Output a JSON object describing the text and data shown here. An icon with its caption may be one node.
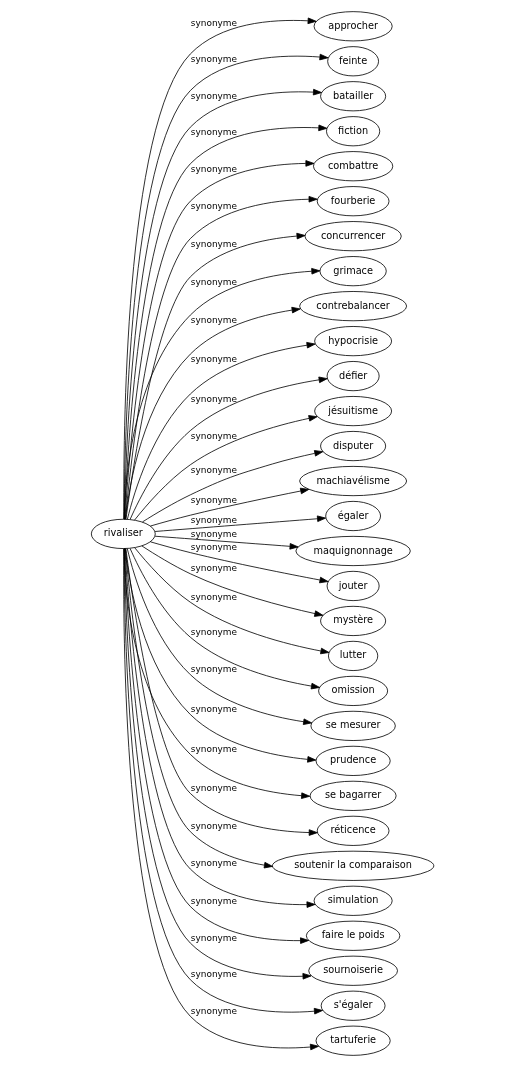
{
  "diagram": {
    "nodes": [
      {
        "text": [
          "rivaliser"
        ]
      },
      {
        "text": [
          "approcher"
        ]
      },
      {
        "text": [
          "feinte"
        ]
      },
      {
        "text": [
          "batailler"
        ]
      },
      {
        "text": [
          "fiction"
        ]
      },
      {
        "text": [
          "combattre"
        ]
      },
      {
        "text": [
          "fourberie"
        ]
      },
      {
        "text": [
          "concurrencer"
        ]
      },
      {
        "text": [
          "grimace"
        ]
      },
      {
        "text": [
          "contrebalancer"
        ]
      },
      {
        "text": [
          "hypocrisie"
        ]
      },
      {
        "text": [
          "défier"
        ]
      },
      {
        "text": [
          "jésuitisme"
        ]
      },
      {
        "text": [
          "disputer"
        ]
      },
      {
        "text": [
          "machiavélisme"
        ]
      },
      {
        "text": [
          "égaler"
        ]
      },
      {
        "text": [
          "maquignonnage"
        ]
      },
      {
        "text": [
          "jouter"
        ]
      },
      {
        "text": [
          "mystère"
        ]
      },
      {
        "text": [
          "lutter"
        ]
      },
      {
        "text": [
          "omission"
        ]
      },
      {
        "text": [
          "se mesurer"
        ]
      },
      {
        "text": [
          "prudence"
        ]
      },
      {
        "text": [
          "se bagarrer"
        ]
      },
      {
        "text": [
          "réticence"
        ]
      },
      {
        "text": [
          "soutenir la comparaison"
        ]
      },
      {
        "text": [
          "simulation"
        ]
      },
      {
        "text": [
          "faire le poids"
        ]
      },
      {
        "text": [
          "sournoiserie"
        ]
      },
      {
        "text": [
          "s'égaler"
        ]
      },
      {
        "text": [
          "tartuferie"
        ]
      }
    ],
    "edges": [
      {
        "from": 0,
        "to": 1,
        "arrow": "to",
        "label": "synonyme"
      },
      {
        "from": 0,
        "to": 2,
        "arrow": "to",
        "label": "synonyme"
      },
      {
        "from": 0,
        "to": 3,
        "arrow": "to",
        "label": "synonyme"
      },
      {
        "from": 0,
        "to": 4,
        "arrow": "to",
        "label": "synonyme"
      },
      {
        "from": 0,
        "to": 5,
        "arrow": "to",
        "label": "synonyme"
      },
      {
        "from": 0,
        "to": 6,
        "arrow": "to",
        "label": "synonyme"
      },
      {
        "from": 0,
        "to": 7,
        "arrow": "to",
        "label": "synonyme"
      },
      {
        "from": 0,
        "to": 8,
        "arrow": "to",
        "label": "synonyme"
      },
      {
        "from": 0,
        "to": 9,
        "arrow": "to",
        "label": "synonyme"
      },
      {
        "from": 0,
        "to": 10,
        "arrow": "to",
        "label": "synonyme"
      },
      {
        "from": 0,
        "to": 11,
        "arrow": "to",
        "label": "synonyme"
      },
      {
        "from": 0,
        "to": 12,
        "arrow": "to",
        "label": "synonyme"
      },
      {
        "from": 0,
        "to": 13,
        "arrow": "to",
        "label": "synonyme"
      },
      {
        "from": 0,
        "to": 14,
        "arrow": "to",
        "label": "synonyme"
      },
      {
        "from": 0,
        "to": 15,
        "arrow": "to",
        "label": "synonyme"
      },
      {
        "from": 0,
        "to": 16,
        "arrow": "to",
        "label": "synonyme"
      },
      {
        "from": 0,
        "to": 17,
        "arrow": "to",
        "label": "synonyme"
      },
      {
        "from": 0,
        "to": 18,
        "arrow": "to",
        "label": "synonyme"
      },
      {
        "from": 0,
        "to": 19,
        "arrow": "to",
        "label": "synonyme"
      },
      {
        "from": 0,
        "to": 20,
        "arrow": "to",
        "label": "synonyme"
      },
      {
        "from": 0,
        "to": 21,
        "arrow": "to",
        "label": "synonyme"
      },
      {
        "from": 0,
        "to": 22,
        "arrow": "to",
        "label": "synonyme"
      },
      {
        "from": 0,
        "to": 23,
        "arrow": "to",
        "label": "synonyme"
      },
      {
        "from": 0,
        "to": 24,
        "arrow": "to",
        "label": "synonyme"
      },
      {
        "from": 0,
        "to": 25,
        "arrow": "to",
        "label": "synonyme"
      },
      {
        "from": 0,
        "to": 26,
        "arrow": "to",
        "label": "synonyme"
      },
      {
        "from": 0,
        "to": 27,
        "arrow": "to",
        "label": "synonyme"
      },
      {
        "from": 0,
        "to": 28,
        "arrow": "to",
        "label": "synonyme"
      },
      {
        "from": 0,
        "to": 29,
        "arrow": "to",
        "label": "synonyme"
      },
      {
        "from": 0,
        "to": 30,
        "arrow": "to",
        "label": "synonyme"
      }
    ]
  }
}
